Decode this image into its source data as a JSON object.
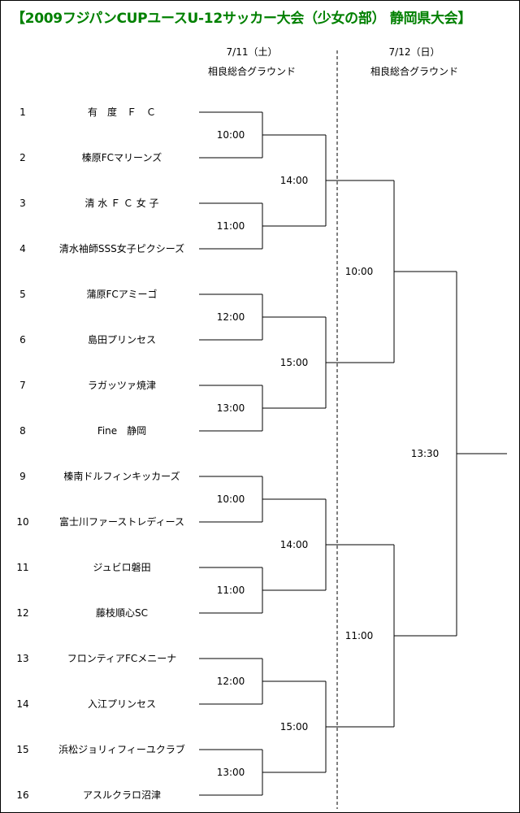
{
  "title": "【2009フジパンCUPユースU-12サッカー大会（少女の部） 静岡県大会】",
  "day1": {
    "date": "7/11（土）",
    "venue": "相良総合グラウンド"
  },
  "day2": {
    "date": "7/12（日）",
    "venue": "相良総合グラウンド"
  },
  "teams": [
    {
      "num": "1",
      "name": "有　度　Ｆ　Ｃ"
    },
    {
      "num": "2",
      "name": "榛原FCマリーンズ"
    },
    {
      "num": "3",
      "name": "清 水 Ｆ Ｃ 女 子"
    },
    {
      "num": "4",
      "name": "清水袖師SSS女子ピクシーズ"
    },
    {
      "num": "5",
      "name": "蒲原FCアミーゴ"
    },
    {
      "num": "6",
      "name": "島田プリンセス"
    },
    {
      "num": "7",
      "name": "ラガッツァ焼津"
    },
    {
      "num": "8",
      "name": "Fine　静岡"
    },
    {
      "num": "9",
      "name": "榛南ドルフィンキッカーズ"
    },
    {
      "num": "10",
      "name": "富士川ファーストレディース"
    },
    {
      "num": "11",
      "name": "ジュビロ磐田"
    },
    {
      "num": "12",
      "name": "藤枝順心SC"
    },
    {
      "num": "13",
      "name": "フロンティアFCメニーナ"
    },
    {
      "num": "14",
      "name": "入江プリンセス"
    },
    {
      "num": "15",
      "name": "浜松ジョリィフィーユクラブ"
    },
    {
      "num": "16",
      "name": "アスルクラロ沼津"
    }
  ],
  "round1_times": [
    "10:00",
    "11:00",
    "12:00",
    "13:00",
    "10:00",
    "11:00",
    "12:00",
    "13:00"
  ],
  "round2_times": [
    "14:00",
    "15:00",
    "14:00",
    "15:00"
  ],
  "semifinal_times": [
    "10:00",
    "11:00"
  ],
  "final_time": "13:30"
}
